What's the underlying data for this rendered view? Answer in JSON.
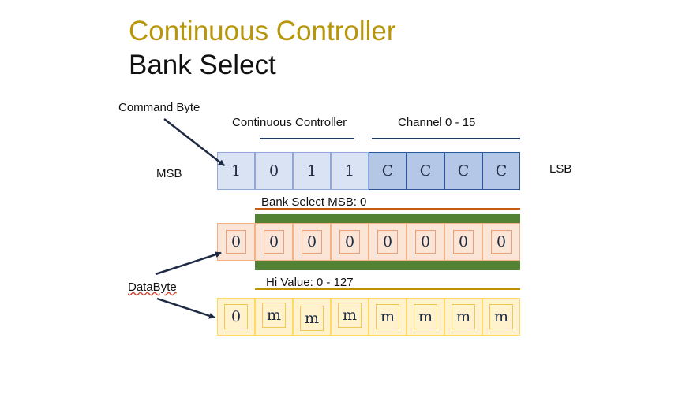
{
  "title": {
    "line1": "Continuous Controller",
    "line2": "Bank Select"
  },
  "labels": {
    "command_byte": "Command Byte",
    "continuous_controller": "Continuous Controller",
    "channel": "Channel 0 - 15",
    "msb": "MSB",
    "lsb": "LSB",
    "bank_select_msb": "Bank Select MSB:   0",
    "data_byte": "DataByte",
    "hi_value": "Hi Value:   0 - 127"
  },
  "command_bits": [
    "1",
    "0",
    "1",
    "1",
    "C",
    "C",
    "C",
    "C"
  ],
  "bank_bits": [
    "0",
    "0",
    "0",
    "0",
    "0",
    "0",
    "0",
    "0"
  ],
  "hi_bits": [
    "0",
    "m",
    "m",
    "m",
    "m",
    "m",
    "m",
    "m"
  ],
  "colors": {
    "title_gold": "#b8960c",
    "command_light": "#dae3f3",
    "command_dark": "#b4c7e7",
    "bank_fill": "#fbe5d6",
    "bank_border": "#f4b183",
    "green_band": "#548235",
    "hi_fill": "#fff2cc",
    "hi_border": "#ffd966",
    "rule_navy": "#1f3864",
    "rule_orange": "#c55a11",
    "rule_gold": "#bf9000"
  }
}
